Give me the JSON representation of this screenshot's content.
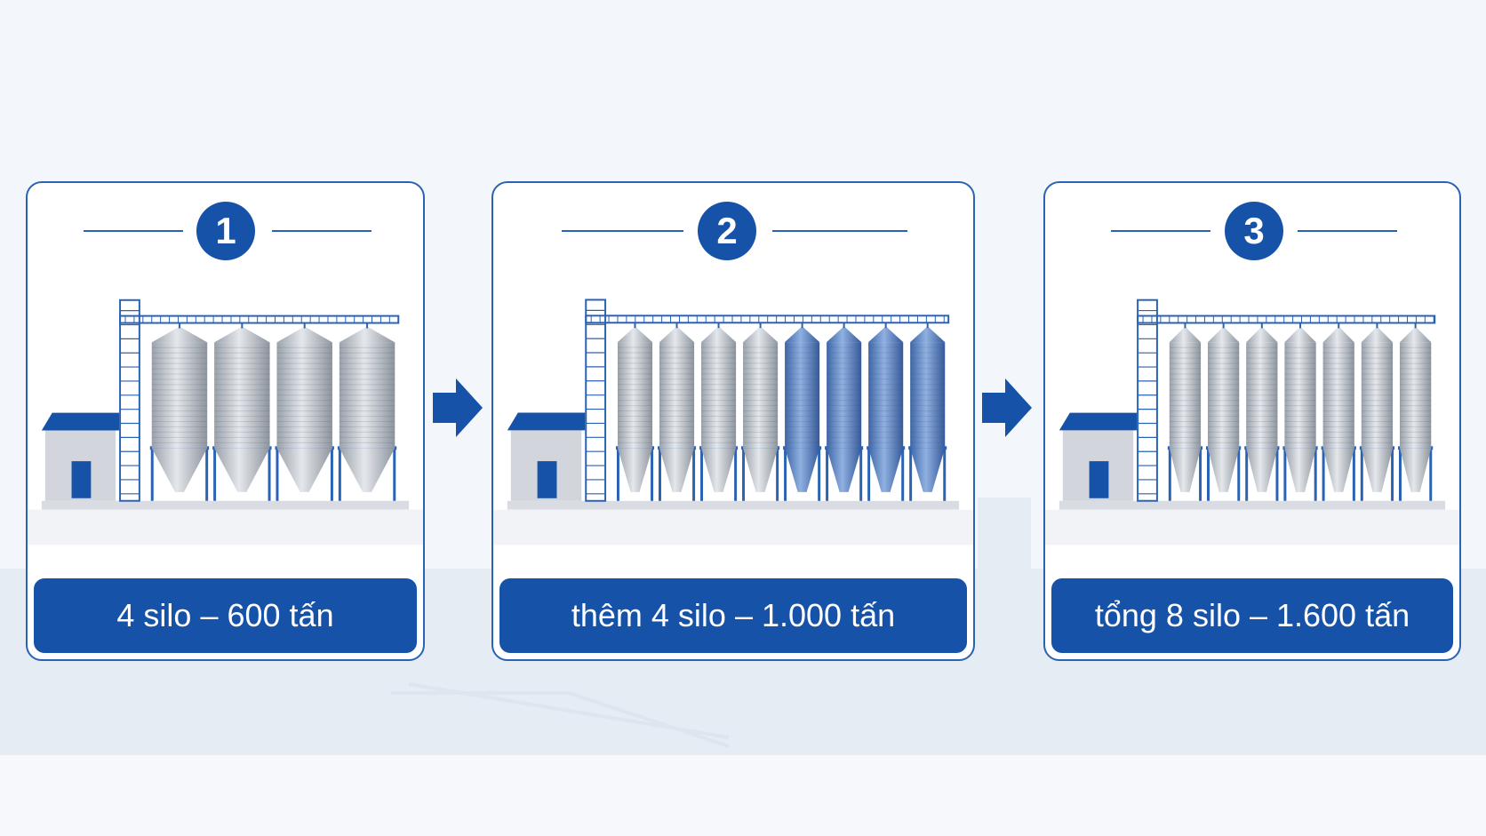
{
  "steps": [
    {
      "number": "1",
      "label": "4 silo – 600 tấn",
      "silo_count": 4,
      "new_silo_count": 0
    },
    {
      "number": "2",
      "label": "thêm 4 silo – 1.000 tấn",
      "silo_count": 8,
      "new_silo_count": 4
    },
    {
      "number": "3",
      "label": "tổng 8 silo – 1.600 tấn",
      "silo_count": 7,
      "new_silo_count": 0
    }
  ],
  "colors": {
    "brand_blue": "#1552a8",
    "border_blue": "#2a62b4",
    "steel_grey": "#c9ced5",
    "new_silo_blue": "#5b86c8",
    "background": "#f3f6fa"
  },
  "icons": {
    "arrow": "arrow-right-icon",
    "silo": "silo-icon",
    "building": "building-icon"
  }
}
